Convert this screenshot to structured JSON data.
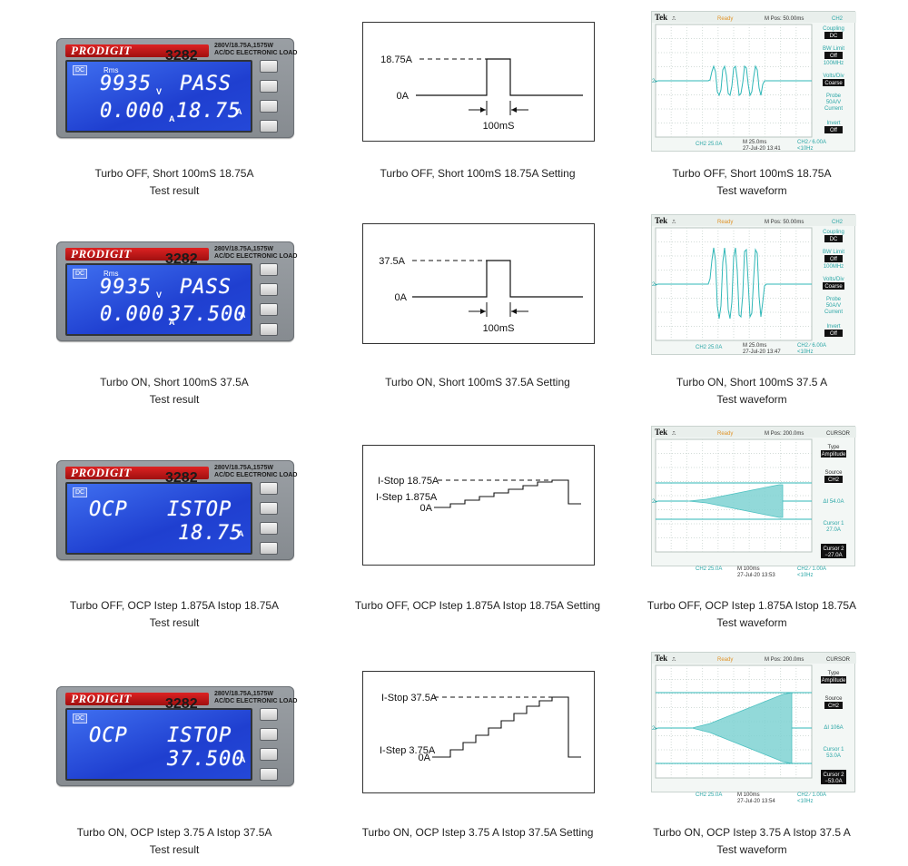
{
  "rows": [
    {
      "meter": {
        "brand": "PRODIGIT",
        "model": "3282",
        "spec_line1": "280V/18.75A,1575W",
        "spec_line2": "AC/DC ELECTRONIC LOAD",
        "dc_badge": "DC",
        "rms": "Rms",
        "line1_left": "9935",
        "line1_left_unit": "V",
        "line1_right": "PASS",
        "line2_left": "0.000",
        "line2_left_unit": "A",
        "line2_right": "18.75",
        "line2_right_unit": "A"
      },
      "diagram": {
        "type": "pulse",
        "high_label": "18.75A",
        "low_label": "0A",
        "width_label": "100mS"
      },
      "scope": {
        "tek": "Tek",
        "ready": "Ready",
        "mpos": "M Pos: 50.00ms",
        "ch": "CH2",
        "menu": [
          "Coupling",
          "DC",
          "BW Limit",
          "Off",
          "100MHz",
          "Volts/Div",
          "Coarse",
          "Probe",
          "50A/V",
          "Current",
          "Invert",
          "Off"
        ],
        "bottom_left": "CH2  25.0A",
        "bottom_mid": "M 25.0ms",
        "bottom_date": "27-Jul-20 13:41",
        "bottom_right": "CH2 ∕ 6.00A",
        "bottom_right2": "<10Hz"
      },
      "caption_result": [
        "Turbo OFF, Short 100mS  18.75A",
        "Test result"
      ],
      "caption_setting": [
        "Turbo OFF, Short 100mS  18.75A Setting"
      ],
      "caption_wave": [
        "Turbo OFF, Short 100mS  18.75A",
        "Test waveform"
      ]
    },
    {
      "meter": {
        "brand": "PRODIGIT",
        "model": "3282",
        "spec_line1": "280V/18.75A,1575W",
        "spec_line2": "AC/DC ELECTRONIC LOAD",
        "dc_badge": "DC",
        "rms": "Rms",
        "line1_left": "9935",
        "line1_left_unit": "V",
        "line1_right": "PASS",
        "line2_left": "0.000",
        "line2_left_unit": "A",
        "line2_right": "37.500",
        "line2_right_unit": "A"
      },
      "diagram": {
        "type": "pulse",
        "high_label": "37.5A",
        "low_label": "0A",
        "width_label": "100mS"
      },
      "scope": {
        "tek": "Tek",
        "ready": "Ready",
        "mpos": "M Pos: 50.00ms",
        "ch": "CH2",
        "menu": [
          "Coupling",
          "DC",
          "BW Limit",
          "Off",
          "100MHz",
          "Volts/Div",
          "Coarse",
          "Probe",
          "50A/V",
          "Current",
          "Invert",
          "Off"
        ],
        "bottom_left": "CH2  25.0A",
        "bottom_mid": "M 25.0ms",
        "bottom_date": "27-Jul-20 13:47",
        "bottom_right": "CH2 ∕ 6.00A",
        "bottom_right2": "<10Hz"
      },
      "caption_result": [
        "Turbo ON, Short 100mS  37.5A",
        "Test result"
      ],
      "caption_setting": [
        "Turbo ON, Short 100mS  37.5A Setting"
      ],
      "caption_wave": [
        "Turbo ON, Short 100mS  37.5 A",
        "Test waveform"
      ]
    },
    {
      "meter": {
        "brand": "PRODIGIT",
        "model": "3282",
        "spec_line1": "280V/18.75A,1575W",
        "spec_line2": "AC/DC ELECTRONIC LOAD",
        "dc_badge": "DC",
        "rms": "",
        "line1_left": "OCP",
        "line1_left_unit": "",
        "line1_right": "ISTOP",
        "line2_left": "",
        "line2_left_unit": "",
        "line2_right": "18.75",
        "line2_right_unit": "A"
      },
      "diagram": {
        "type": "ocp",
        "stop_label": "I-Stop 18.75A",
        "step_label": "I-Step 1.875A",
        "low_label": "0A"
      },
      "scope": {
        "tek": "Tek",
        "ready": "Ready",
        "mpos": "M Pos: 200.0ms",
        "ch": "CURSOR",
        "menu": [
          "Type",
          "Amplitude",
          "Source",
          "CH2",
          "",
          "ΔI 54.0A",
          "",
          "Cursor 1",
          "27.0A",
          "Cursor 2",
          "−27.0A",
          ""
        ],
        "bottom_left": "CH2  25.0A",
        "bottom_mid": "M 100ms",
        "bottom_date": "27-Jul-20 13:53",
        "bottom_right": "CH2 ∕ 1.00A",
        "bottom_right2": "<10Hz"
      },
      "caption_result": [
        "Turbo OFF, OCP Istep 1.875A Istop 18.75A",
        "Test result"
      ],
      "caption_setting": [
        "Turbo OFF, OCP Istep 1.875A Istop 18.75A Setting"
      ],
      "caption_wave": [
        "Turbo OFF, OCP Istep 1.875A Istop 18.75A",
        "Test waveform"
      ]
    },
    {
      "meter": {
        "brand": "PRODIGIT",
        "model": "3282",
        "spec_line1": "280V/18.75A,1575W",
        "spec_line2": "AC/DC ELECTRONIC LOAD",
        "dc_badge": "DC",
        "rms": "",
        "line1_left": "OCP",
        "line1_left_unit": "",
        "line1_right": "ISTOP",
        "line2_left": "",
        "line2_left_unit": "",
        "line2_right": "37.500",
        "line2_right_unit": "A"
      },
      "diagram": {
        "type": "ocp",
        "stop_label": "I-Stop 37.5A",
        "step_label": "I-Step 3.75A",
        "low_label": "0A"
      },
      "scope": {
        "tek": "Tek",
        "ready": "Ready",
        "mpos": "M Pos: 200.0ms",
        "ch": "CURSOR",
        "menu": [
          "Type",
          "Amplitude",
          "Source",
          "CH2",
          "",
          "ΔI 106A",
          "",
          "Cursor 1",
          "53.0A",
          "Cursor 2",
          "−53.0A",
          ""
        ],
        "bottom_left": "CH2  25.0A",
        "bottom_mid": "M 100ms",
        "bottom_date": "27-Jul-20 13:54",
        "bottom_right": "CH2 ∕ 1.00A",
        "bottom_right2": "<10Hz"
      },
      "caption_result": [
        "Turbo ON, OCP Istep 3.75 A Istop 37.5A",
        "Test result"
      ],
      "caption_setting": [
        "Turbo ON, OCP Istep 3.75 A Istop 37.5A Setting"
      ],
      "caption_wave": [
        "Turbo ON, OCP Istep 3.75 A Istop 37.5 A",
        "Test waveform"
      ]
    }
  ],
  "colors": {
    "lcd": "#2a4fe0",
    "brand_red": "#c81a1a",
    "trace": "#2fb7b7",
    "panel": "#8f949a"
  }
}
